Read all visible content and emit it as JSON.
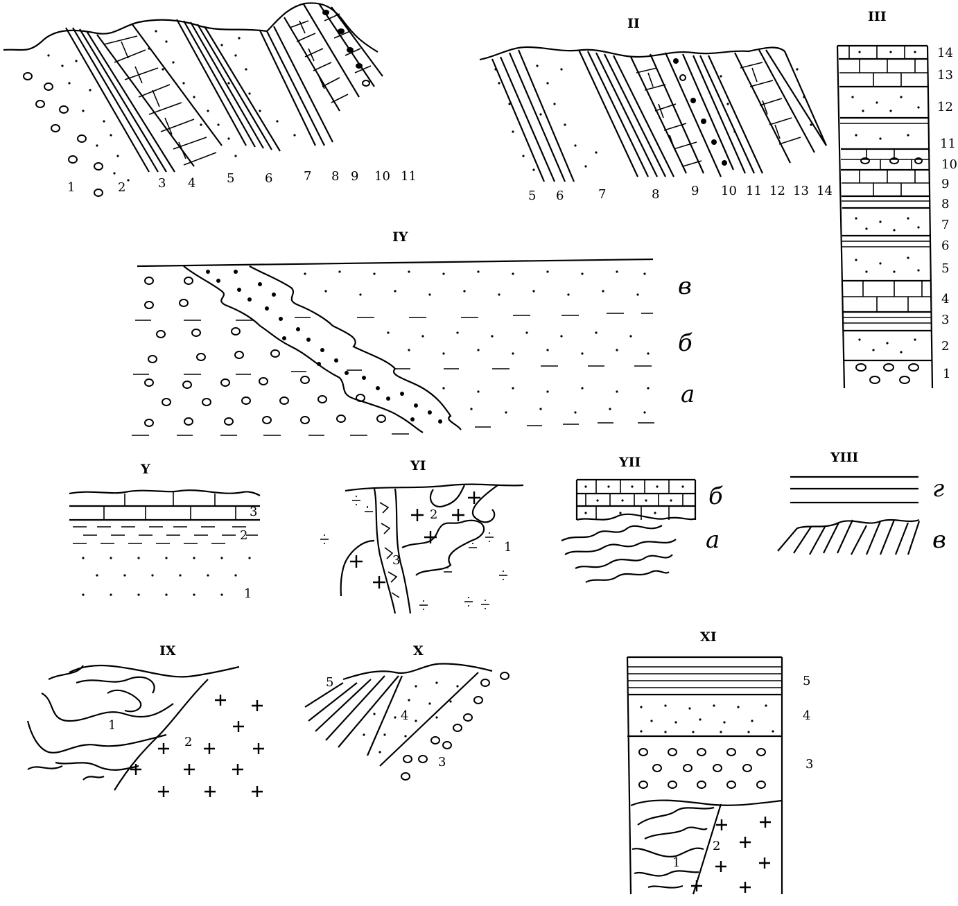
{
  "sections": {
    "s1": {
      "title": "",
      "labels": [
        "1",
        "2",
        "3",
        "4",
        "5",
        "6",
        "7",
        "8",
        "9",
        "10",
        "11"
      ]
    },
    "s2": {
      "title": "II",
      "labels": [
        "5",
        "6",
        "7",
        "8",
        "9",
        "10",
        "11",
        "12",
        "13",
        "14"
      ]
    },
    "s3": {
      "title": "III",
      "labels": [
        "14",
        "13",
        "12",
        "11",
        "10",
        "9",
        "8",
        "7",
        "6",
        "5",
        "4",
        "3",
        "2",
        "1"
      ]
    },
    "s4": {
      "title": "IY",
      "labels": [
        "в",
        "б",
        "а"
      ]
    },
    "s5": {
      "title": "Y",
      "labels": [
        "3",
        "2",
        "1"
      ]
    },
    "s6": {
      "title": "YI",
      "labels": [
        "2",
        "1",
        "3"
      ]
    },
    "s7": {
      "title": "YII",
      "labels": [
        "б",
        "а"
      ]
    },
    "s8": {
      "title": "YIII",
      "labels": [
        "г",
        "в"
      ]
    },
    "s9": {
      "title": "IX",
      "labels": [
        "1",
        "2"
      ]
    },
    "s10": {
      "title": "X",
      "labels": [
        "5",
        "4",
        "3"
      ]
    },
    "s11": {
      "title": "XI",
      "labels": [
        "5",
        "4",
        "3",
        "2",
        "1"
      ]
    }
  }
}
